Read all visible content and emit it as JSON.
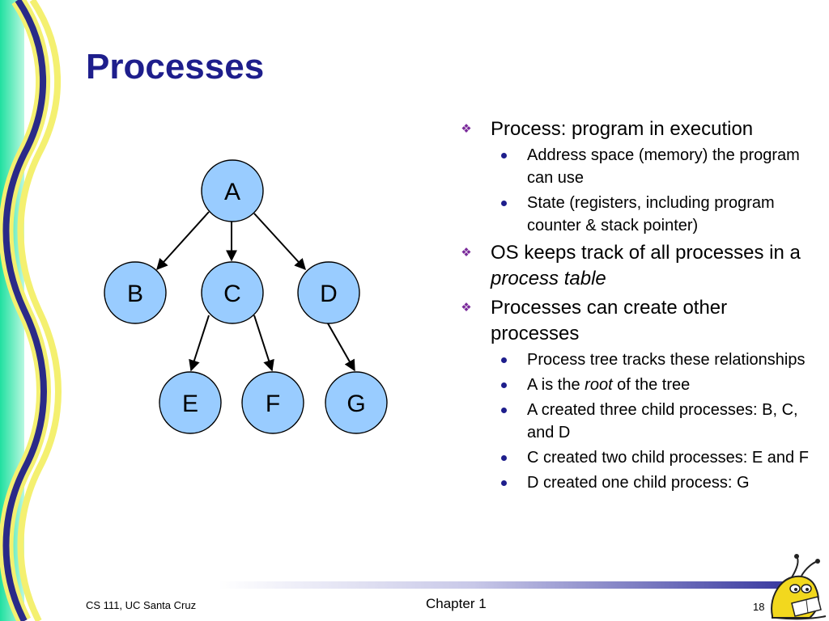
{
  "title": "Processes",
  "tree": {
    "nodes": [
      "A",
      "B",
      "C",
      "D",
      "E",
      "F",
      "G"
    ],
    "edges": [
      [
        "A",
        "B"
      ],
      [
        "A",
        "C"
      ],
      [
        "A",
        "D"
      ],
      [
        "C",
        "E"
      ],
      [
        "C",
        "F"
      ],
      [
        "D",
        "G"
      ]
    ],
    "node_color": "#99ccff"
  },
  "bullets": [
    {
      "text": "Process: program in execution",
      "sub": [
        "Address space (memory) the program can use",
        "State (registers, including program counter & stack pointer)"
      ]
    },
    {
      "text_before": "OS keeps track of all processes in a ",
      "text_italic": "process table",
      "sub": []
    },
    {
      "text": "Processes can create other processes",
      "sub": [
        "Process tree tracks these relationships",
        {
          "before": "A is the ",
          "italic": "root",
          "after": " of the tree"
        },
        "A created three child processes: B, C, and D",
        "C created two child processes: E and F",
        "D created one child process: G"
      ]
    }
  ],
  "footer": {
    "left": "CS 111, UC Santa Cruz",
    "center": "Chapter 1",
    "page": "18"
  },
  "colors": {
    "title": "#1e1e8c",
    "bullet_diamond": "#7a2a9a",
    "bullet_dot": "#1e1e8c"
  },
  "icons": {
    "level1_bullet": "diamond-bullet-icon",
    "level2_bullet": "dot-bullet-icon",
    "mascot": "banana-slug-mascot-icon"
  }
}
